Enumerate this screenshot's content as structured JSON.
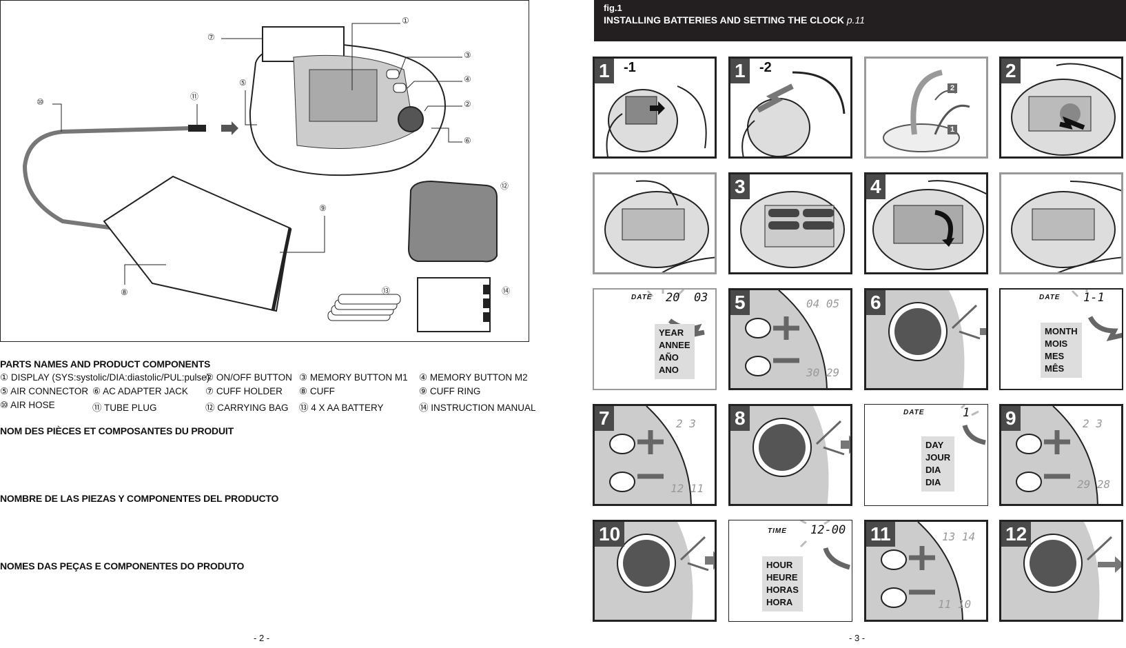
{
  "left_page": {
    "callouts": [
      "①",
      "②",
      "③",
      "④",
      "⑤",
      "⑥",
      "⑦",
      "⑧",
      "⑨",
      "⑩",
      "⑪",
      "⑫",
      "⑬",
      "⑭"
    ],
    "parts_heading_en": "PARTS NAMES AND PRODUCT COMPONENTS",
    "parts": [
      {
        "n": "①",
        "label": "DISPLAY (SYS:systolic/DIA:diastolic/PUL:pulse)"
      },
      {
        "n": "②",
        "label": "ON/OFF BUTTON"
      },
      {
        "n": "③",
        "label": "MEMORY BUTTON M1"
      },
      {
        "n": "④",
        "label": "MEMORY BUTTON M2"
      },
      {
        "n": "⑤",
        "label": "AIR CONNECTOR"
      },
      {
        "n": "⑥",
        "label": "AC ADAPTER JACK"
      },
      {
        "n": "⑦",
        "label": "CUFF HOLDER"
      },
      {
        "n": "⑧",
        "label": "CUFF"
      },
      {
        "n": "⑨",
        "label": "CUFF RING"
      },
      {
        "n": "⑩",
        "label": "AIR HOSE"
      },
      {
        "n": "⑪",
        "label": "TUBE PLUG"
      },
      {
        "n": "⑫",
        "label": "CARRYING BAG"
      },
      {
        "n": "⑬",
        "label": "4 X AA BATTERY"
      },
      {
        "n": "⑭",
        "label": "INSTRUCTION MANUAL"
      }
    ],
    "heading_fr": "NOM DES PIÈCES ET COMPOSANTES DU PRODUIT",
    "heading_es": "NOMBRE DE LAS PIEZAS Y COMPONENTES DEL PRODUCTO",
    "heading_pt": "NOMES DAS PEÇAS E COMPONENTES DO PRODUTO",
    "page_number": "- 2 -"
  },
  "right_page": {
    "fig_label": "fig.1",
    "fig_title": "INSTALLING BATTERIES AND SETTING THE CLOCK",
    "fig_page_ref": "p.11",
    "steps": {
      "s1": "1",
      "s1a": "-1",
      "s1b": "-2",
      "s2": "2",
      "s3": "3",
      "s4": "4",
      "s5": "5",
      "s6": "6",
      "s7": "7",
      "s8": "8",
      "s9": "9",
      "s10": "10",
      "s11": "11",
      "s12": "12"
    },
    "battery_marks": {
      "one": "1",
      "two": "2"
    },
    "display_date": "DATE",
    "display_time": "TIME",
    "year_value": "20  03",
    "month_value": "1-1",
    "day_value": "1",
    "time_value": "12-00",
    "year_label": [
      "YEAR",
      "ANNEE",
      "AÑO",
      "ANO"
    ],
    "month_label": [
      "MONTH",
      "MOIS",
      "MES",
      "MÊS"
    ],
    "day_label": [
      "DAY",
      "JOUR",
      "DIA",
      "DIA"
    ],
    "hour_label": [
      "HOUR",
      "HEURE",
      "HORAS",
      "HORA"
    ],
    "scroll_5": {
      "top": "04 05",
      "bottom": "30 29"
    },
    "scroll_7": {
      "top": "2 3",
      "bottom": "12 11"
    },
    "scroll_9": {
      "top": "2 3",
      "bottom": "29 28"
    },
    "scroll_11": {
      "top": "13 14",
      "bottom": "11 10"
    },
    "page_number": "- 3 -"
  }
}
